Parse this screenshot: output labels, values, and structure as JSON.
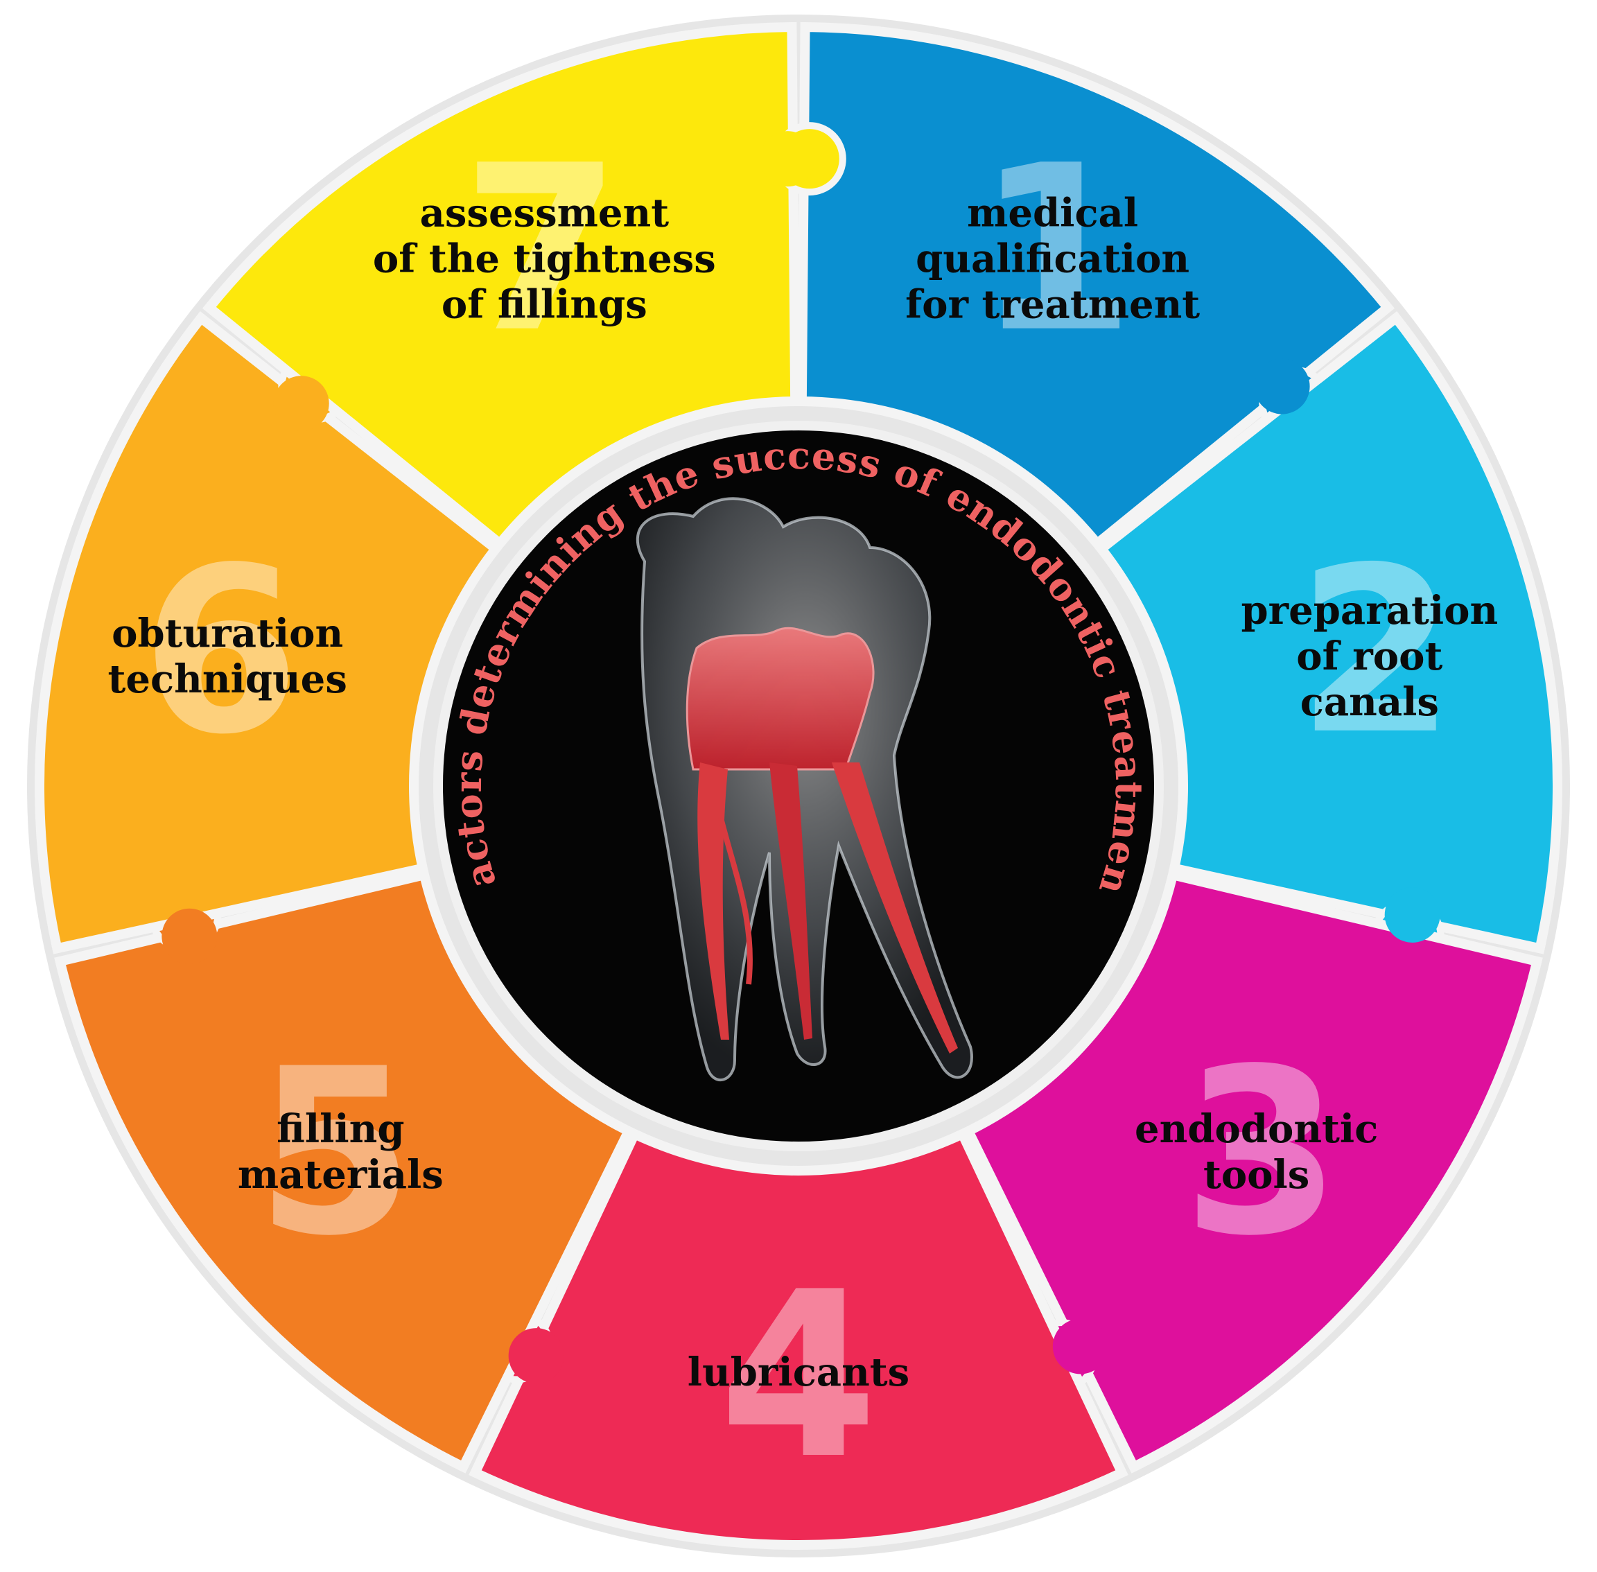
{
  "title": "Factors determining the success of endodontic treatment",
  "colors": {
    "title": "#ef6262",
    "center_bg": "#050505",
    "tooth_pulp": "#d93a3f",
    "ring_border": "#e6e6e6"
  },
  "segments": [
    {
      "number": "1",
      "lines": [
        "medical",
        "qualification",
        "for treatment"
      ],
      "color": "#0a8fd0"
    },
    {
      "number": "2",
      "lines": [
        "preparation",
        "of root",
        "canals"
      ],
      "color": "#19bde6"
    },
    {
      "number": "3",
      "lines": [
        "endodontic",
        "tools"
      ],
      "color": "#de109c"
    },
    {
      "number": "4",
      "lines": [
        "lubricants"
      ],
      "color": "#ee2a55"
    },
    {
      "number": "5",
      "lines": [
        "filling",
        "materials"
      ],
      "color": "#f27d22"
    },
    {
      "number": "6",
      "lines": [
        "obturation",
        "techniques"
      ],
      "color": "#fbaf1e"
    },
    {
      "number": "7",
      "lines": [
        "assessment",
        "of the tightness",
        "of fillings"
      ],
      "color": "#fde80c"
    }
  ]
}
